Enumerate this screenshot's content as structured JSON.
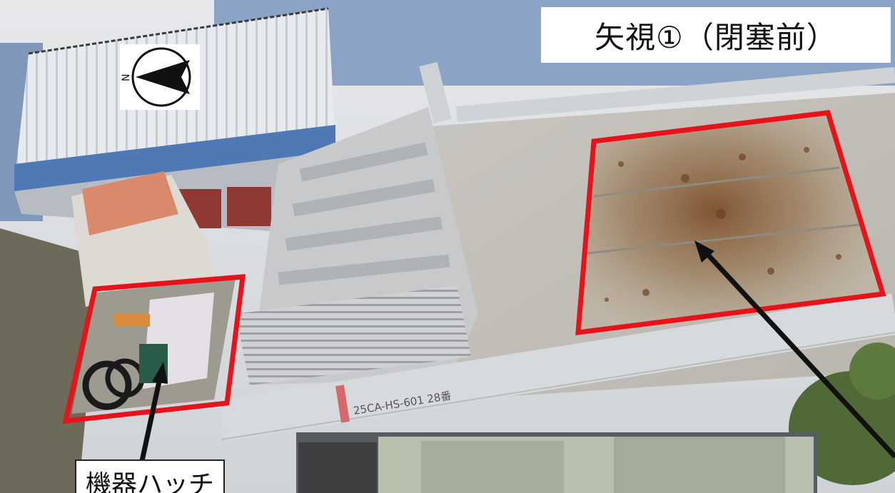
{
  "photo": {
    "title": "矢視①（閉塞前）",
    "callout_label": "機器ハッチ",
    "pipe_tag": "25CA-HS-601 28番",
    "compass_letter": "N"
  },
  "colors": {
    "highlight": "#e8121a",
    "arrow": "#111111",
    "pipe": "#d7dadc",
    "rust": "#8a5a2e"
  }
}
